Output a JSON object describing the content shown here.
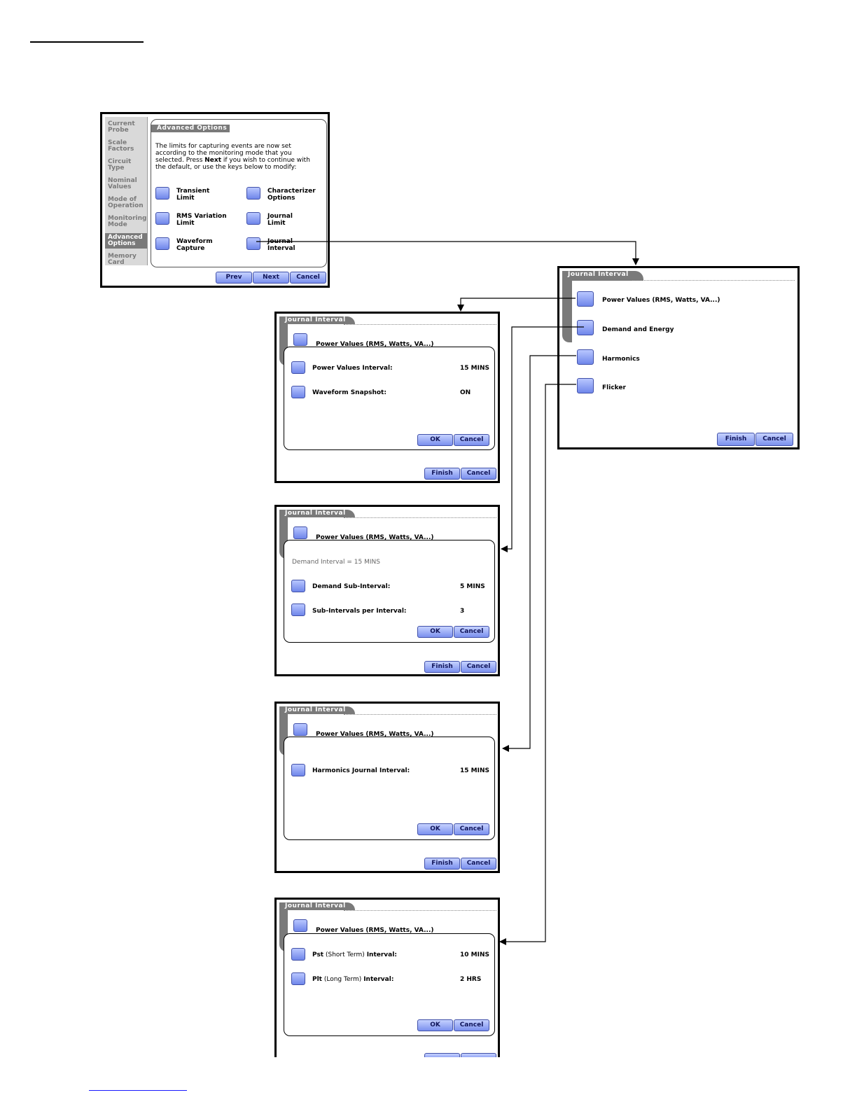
{
  "screen_main": {
    "sidebar": [
      "Current Probe",
      "Scale Factors",
      "Circuit Type",
      "Nominal Values",
      "Mode of Operation",
      "Monitoring Mode",
      "Advanced Options",
      "Memory Card"
    ],
    "title": "Advanced Options",
    "para": "The limits for capturing events are now set according to the monitoring mode that you selected. Press ",
    "para_bold": "Next",
    "para_end": " if you wish to continue with the default, or use the keys below to modify:",
    "options": [
      "Transient Limit",
      "Characterizer Options",
      "RMS Variation Limit",
      "Journal Limit",
      "Waveform Capture",
      "Journal Interval"
    ],
    "prev": "Prev",
    "next": "Next",
    "cancel": "Cancel"
  },
  "journal_menu": {
    "title": "Journal Interval",
    "items": [
      "Power Values (RMS, Watts, VA...)",
      "Demand and Energy",
      "Harmonics",
      "Flicker"
    ],
    "finish": "Finish",
    "cancel": "Cancel"
  },
  "sub_screens": {
    "title": "Journal Interval",
    "header_item": "Power Values (RMS, Watts, VA...)",
    "ok": "OK",
    "cancel": "Cancel",
    "finish": "Finish"
  },
  "power": {
    "row1_label": "Power Values Interval:",
    "row1_value": "15 MINS",
    "row2_label": "Waveform Snapshot:",
    "row2_value": "ON"
  },
  "demand": {
    "info": "Demand Interval = 15 MINS",
    "row1_label": "Demand Sub-Interval:",
    "row1_value": "5 MINS",
    "row2_label": "Sub-Intervals per Interval:",
    "row2_value": "3"
  },
  "harmonics": {
    "row1_label": "Harmonics Journal Interval:",
    "row1_value": "15 MINS"
  },
  "flicker": {
    "row1_a": "Pst",
    "row1_b": " (Short Term) ",
    "row1_c": "Interval:",
    "row1_value": "10 MINS",
    "row2_a": "Plt",
    "row2_b": " (Long Term) ",
    "row2_c": "Interval:",
    "row2_value": "2 HRS"
  }
}
